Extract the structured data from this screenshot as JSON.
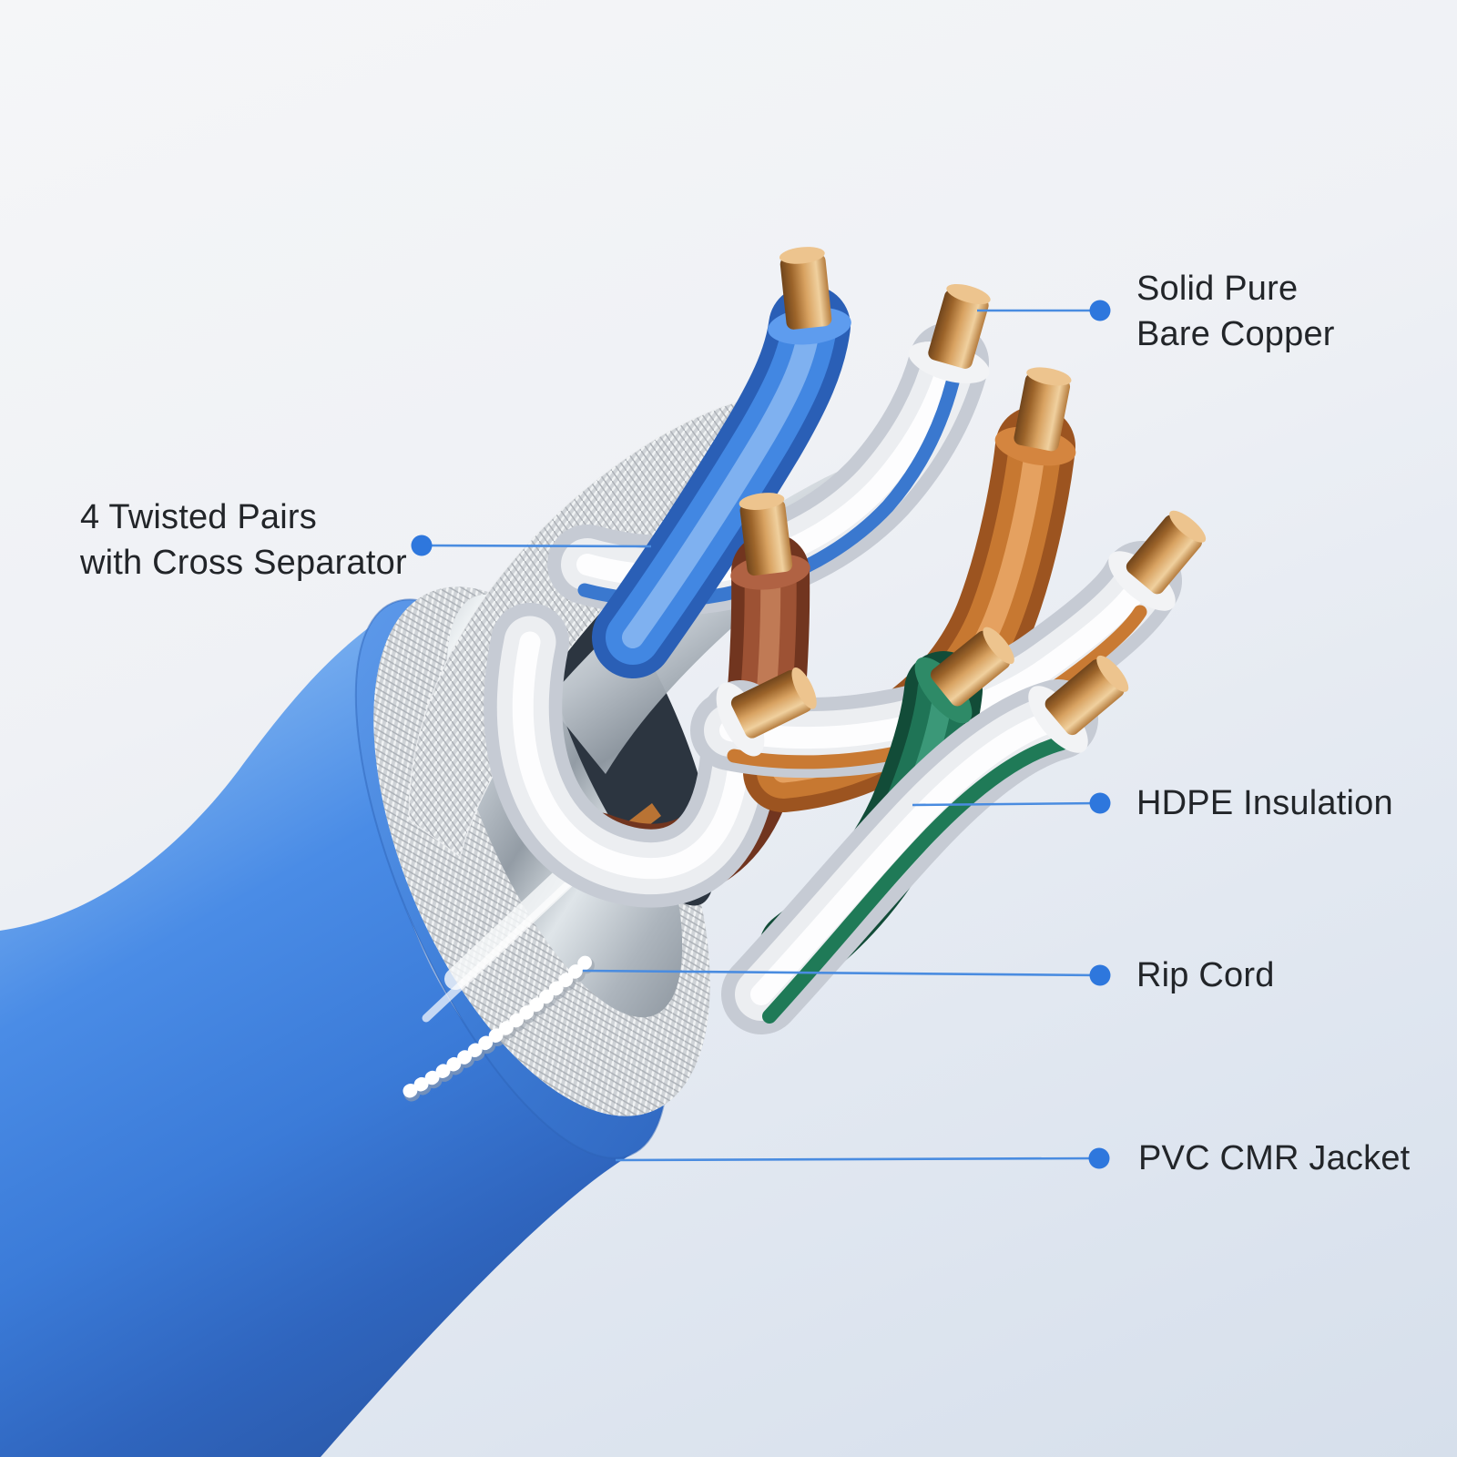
{
  "figure": {
    "subject": "Ethernet cable cutaway infographic",
    "labels_visible": 5
  },
  "callouts": {
    "solid_copper": {
      "lines": [
        "Solid Pure",
        "Bare Copper"
      ]
    },
    "twisted_pairs": {
      "lines": [
        "4 Twisted Pairs",
        "with Cross Separator"
      ]
    },
    "hdpe": {
      "lines": [
        "HDPE Insulation"
      ]
    },
    "rip_cord": {
      "lines": [
        "Rip Cord"
      ]
    },
    "pvc_jacket": {
      "lines": [
        "PVC CMR Jacket"
      ]
    }
  },
  "colors": {
    "background_top": "#f5f6f8",
    "background_bottom": "#d6dfeb",
    "leader_line": "#4a8ce0",
    "leader_dot": "#2e77dd",
    "label_text": "#222529",
    "jacket_blue": "#4287e2",
    "wire_blue": "#3f85e2",
    "wire_orange": "#c77831",
    "wire_brown": "#9d5234",
    "wire_green": "#1f7456",
    "wire_white": "#ebedf0",
    "copper": "#d8a261",
    "shield_braid": "#cfd3d7",
    "shield_foil": "#c3cad1",
    "rip_cord_white": "#ffffff"
  }
}
